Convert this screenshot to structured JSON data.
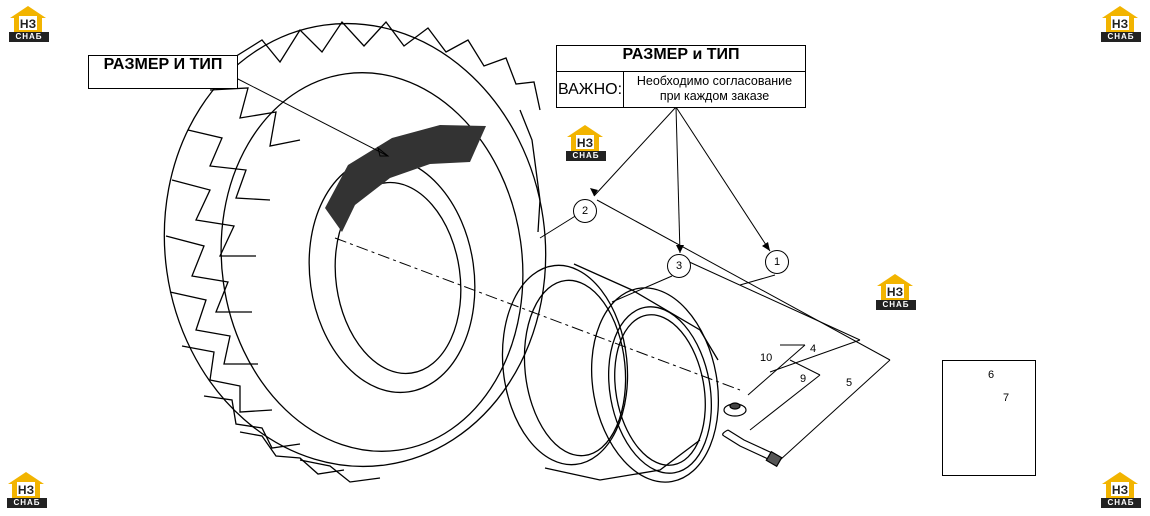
{
  "diagram": {
    "size_type_label": "РАЗМЕР И ТИП",
    "note_table": {
      "header": "РАЗМЕР и ТИП",
      "key": "ВАЖНО:",
      "value_line1": "Необходимо согласование",
      "value_line2": "при каждом заказе"
    },
    "callouts": [
      "1",
      "2",
      "3"
    ],
    "part_numbers": [
      "4",
      "5",
      "6",
      "7",
      "9",
      "10"
    ]
  },
  "logo": {
    "letters": "НЗ",
    "caption": "СНАБ",
    "colors": {
      "house": "#f2b400",
      "ink": "#222222"
    },
    "icon": "nz-snab-logo"
  }
}
